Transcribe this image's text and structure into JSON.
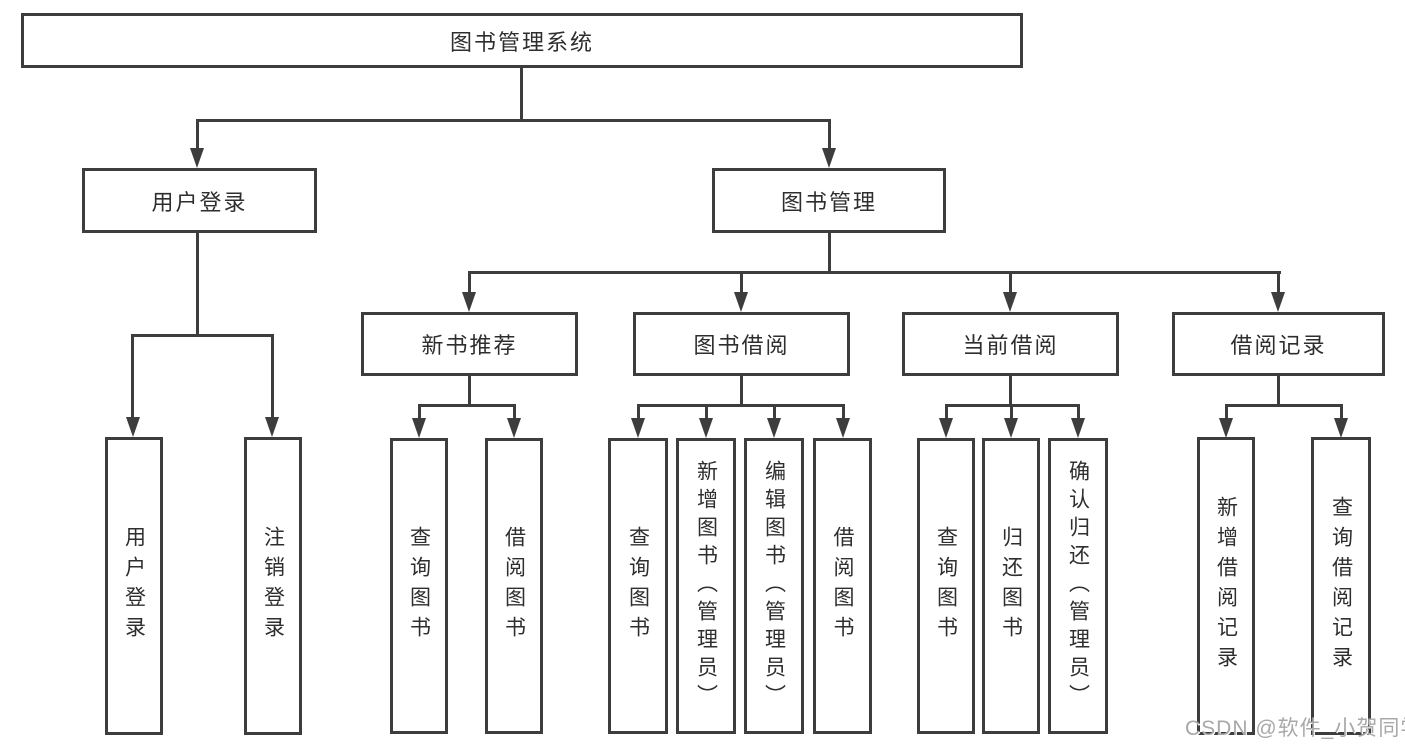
{
  "diagram": {
    "type": "hierarchy-tree",
    "colors": {
      "line": "#3d3d3d",
      "box_border": "#3d3d3d",
      "box_fill": "#ffffff",
      "text": "#2e2e2e",
      "watermark_text": "#a8a8a8"
    },
    "tree": {
      "root": "图书管理系统",
      "level2": [
        {
          "label": "用户登录",
          "leaves": [
            "用户登录",
            "注销登录"
          ]
        },
        {
          "label": "图书管理",
          "groups": [
            {
              "label": "新书推荐",
              "leaves": [
                "查询图书",
                "借阅图书"
              ]
            },
            {
              "label": "图书借阅",
              "leaves": [
                "查询图书",
                "新增图书（管理员）",
                "编辑图书（管理员）",
                "借阅图书"
              ]
            },
            {
              "label": "当前借阅",
              "leaves": [
                "查询图书",
                "归还图书",
                "确认归还（管理员）"
              ]
            },
            {
              "label": "借阅记录",
              "leaves": [
                "新增借阅记录",
                "查询借阅记录"
              ]
            }
          ]
        }
      ]
    },
    "watermark": "CSDN @软件_小贺同学"
  }
}
